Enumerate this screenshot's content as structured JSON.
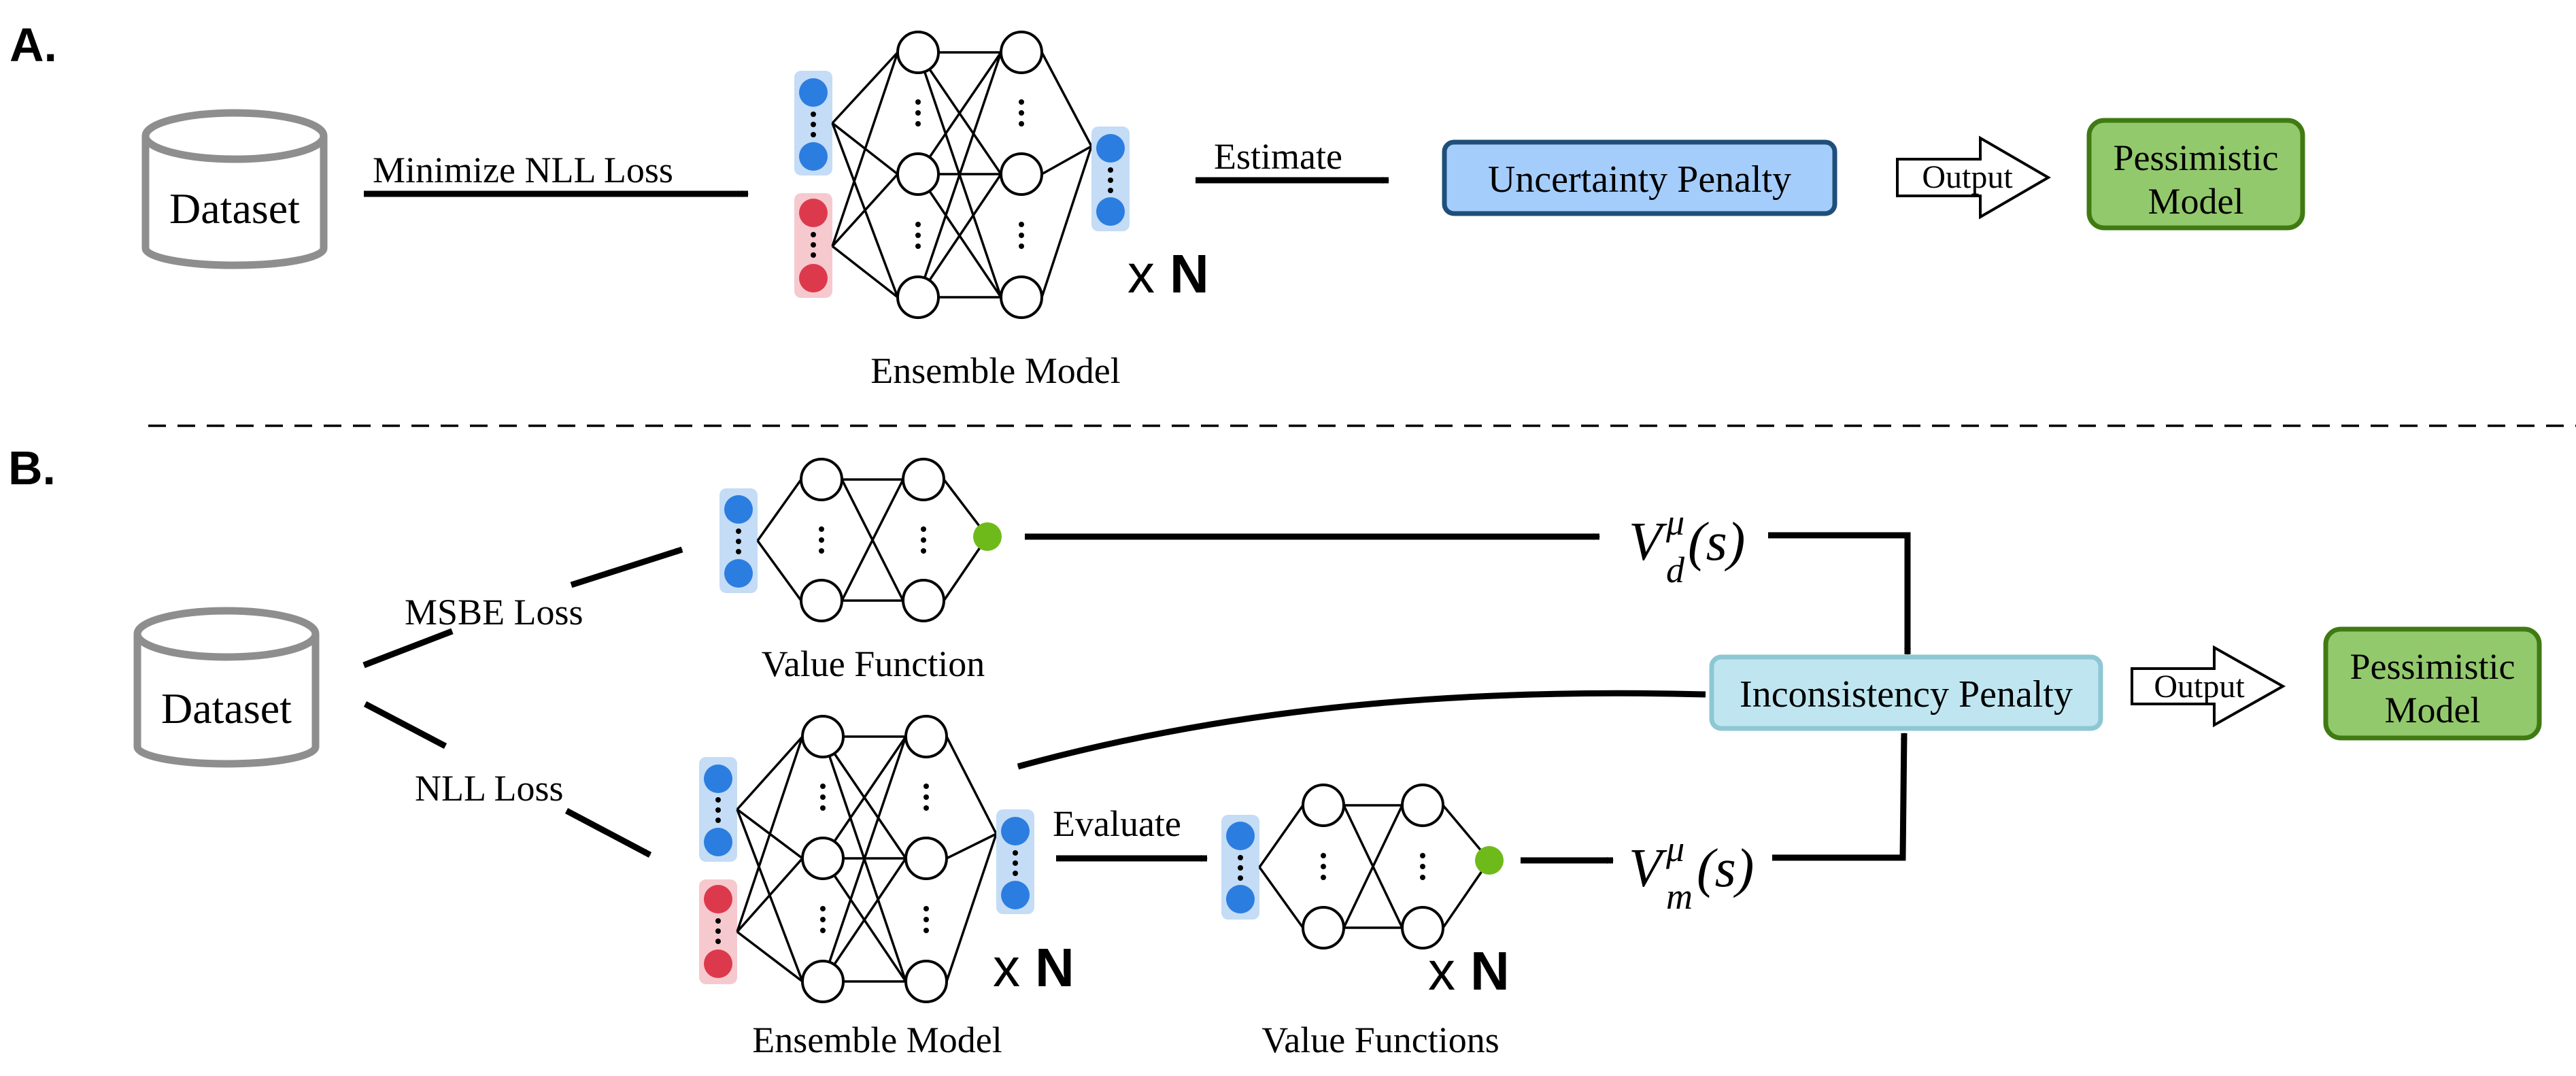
{
  "panel_a": {
    "label": "A.",
    "dataset": "Dataset",
    "edge_train": "Minimize NLL Loss",
    "edge_estimate": "Estimate",
    "ensemble_label": "Ensemble Model",
    "times": "x",
    "n": "N",
    "penalty": "Uncertainty Penalty",
    "output": "Output",
    "result_line1": "Pessimistic",
    "result_line2": "Model"
  },
  "panel_b": {
    "label": "B.",
    "dataset": "Dataset",
    "edge_msbe": "MSBE Loss",
    "edge_nll": "NLL Loss",
    "value_function_label": "Value Function",
    "ensemble_label": "Ensemble Model",
    "edge_evaluate": "Evaluate",
    "value_functions_label": "Value Functions",
    "times": "x",
    "n": "N",
    "v_symbol": "V",
    "mu": "μ",
    "sub_d": "d",
    "sub_m": "m",
    "arg": "(s)",
    "penalty": "Inconsistency Penalty",
    "output": "Output",
    "result_line1": "Pessimistic",
    "result_line2": "Model"
  },
  "colors": {
    "dataset_stroke": "#8e8e8e",
    "uncertainty_fill": "#a5cdfb",
    "uncertainty_stroke": "#1f4e79",
    "inconsistency_fill": "#bfe6f0",
    "inconsistency_stroke": "#8ec7d4",
    "pessimistic_fill": "#93c96d",
    "pessimistic_stroke": "#3f7a12",
    "node_blue": "#2b7de0",
    "node_red": "#dc3a4c",
    "node_green": "#6fba1b",
    "input_blue_bg": "#c4dcf5",
    "input_red_bg": "#f6c9cf"
  }
}
